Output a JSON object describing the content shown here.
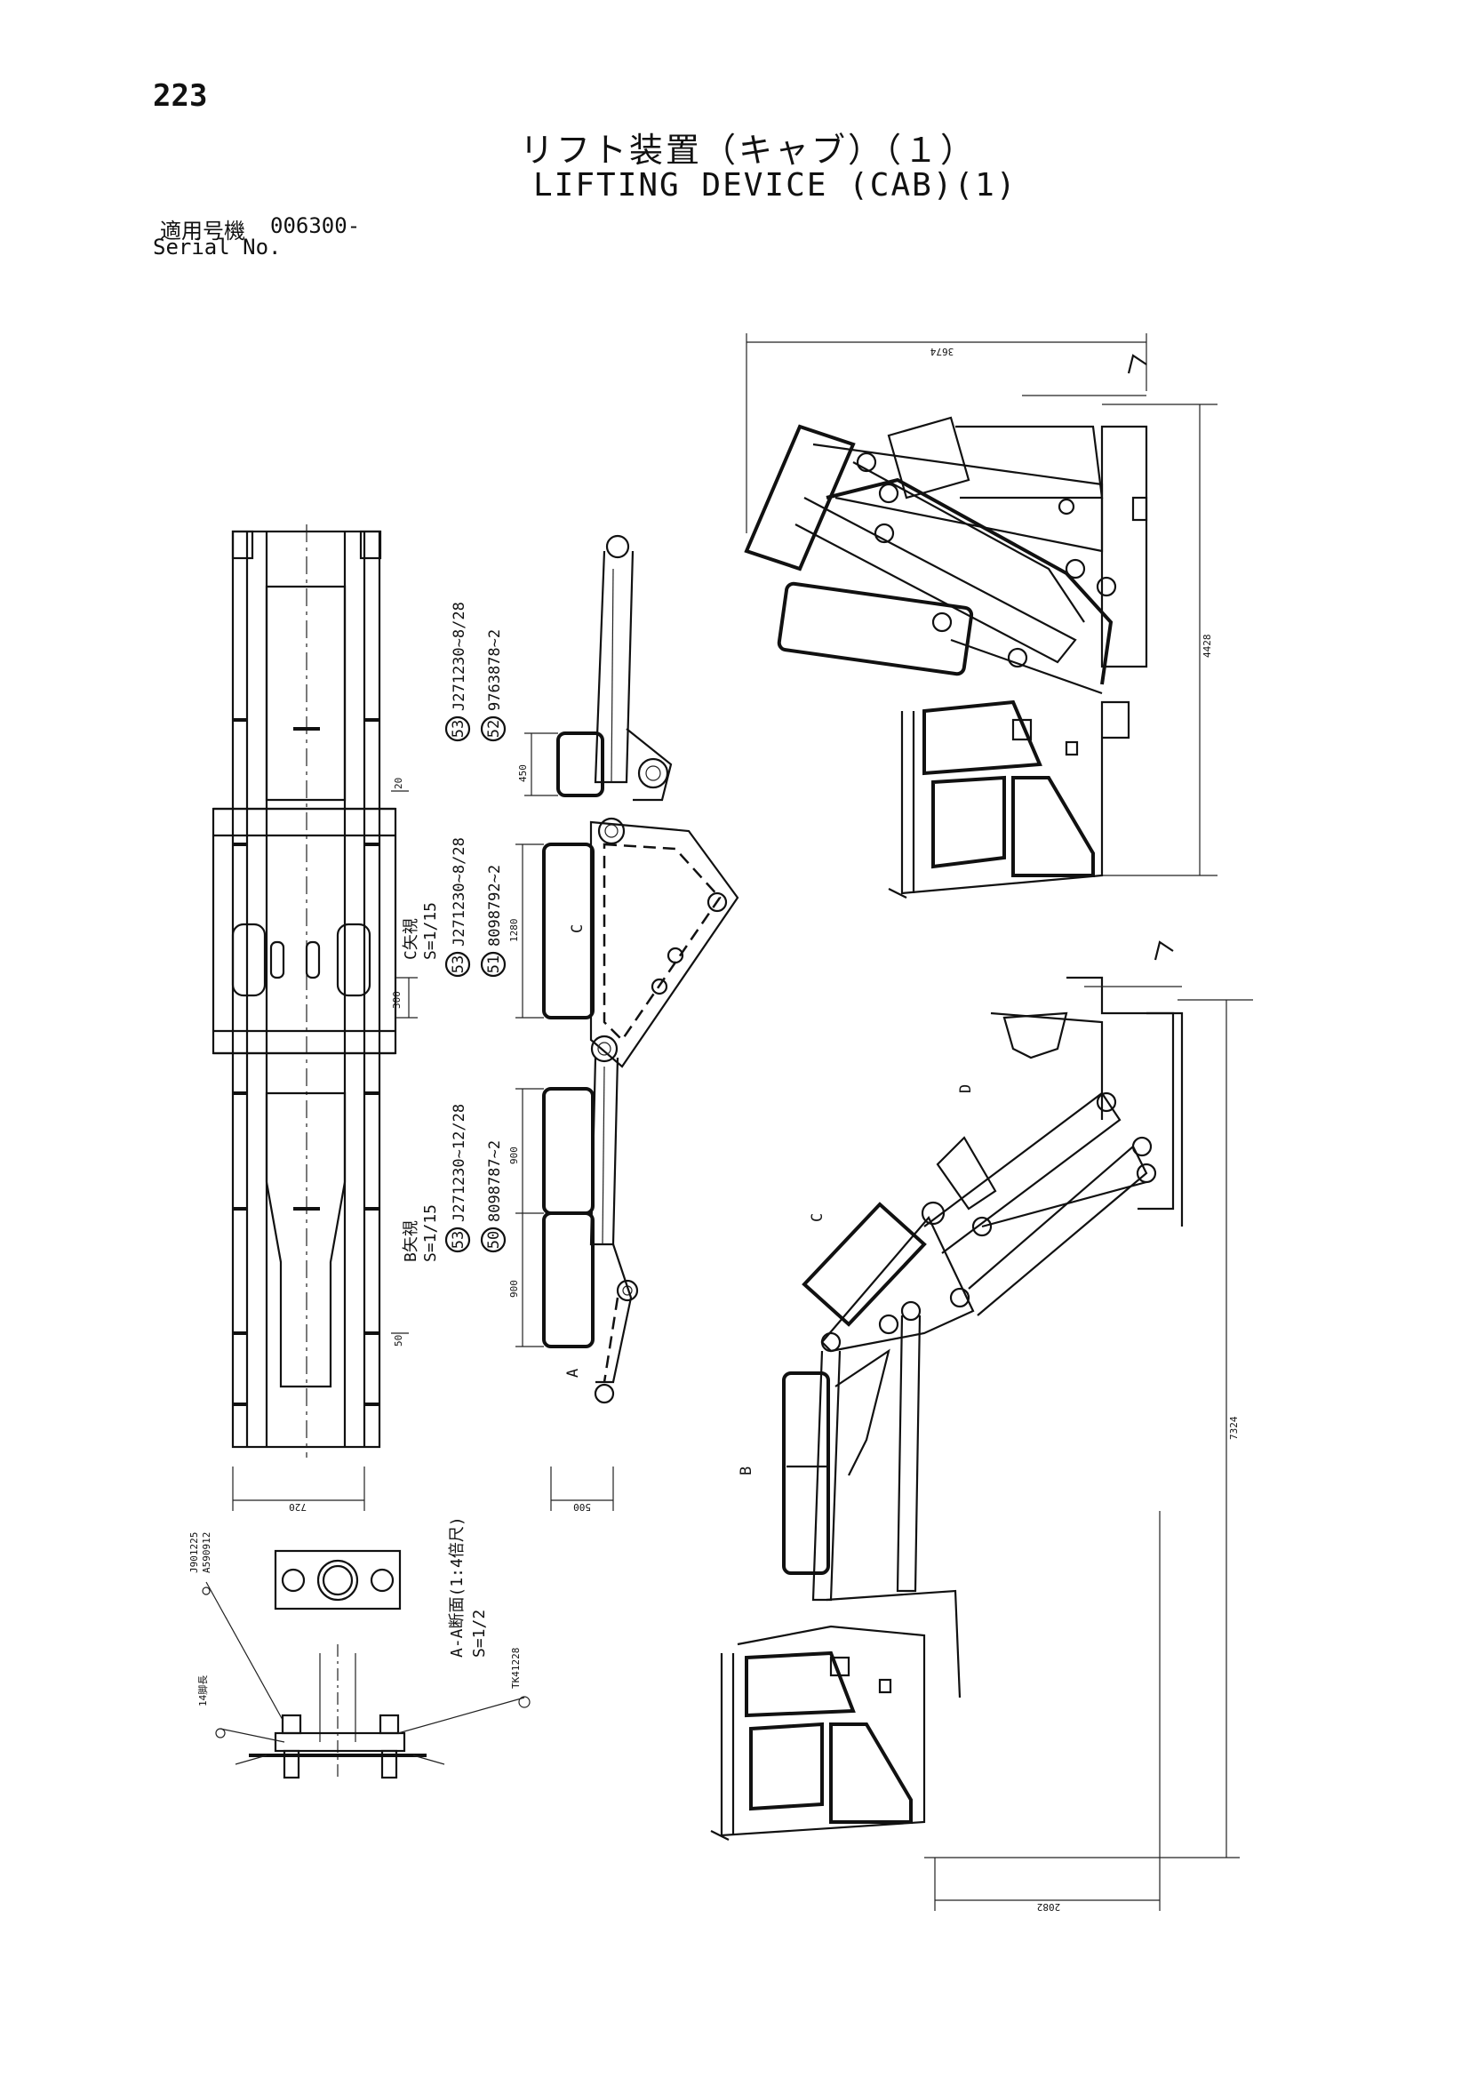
{
  "header": {
    "page_number": "223",
    "title_jp": "リフト装置（キャブ）（１）",
    "title_en": "LIFTING DEVICE (CAB)(1)",
    "serial_label_jp": "適用号機",
    "serial_value": "006300-",
    "serial_label_en": "Serial No."
  },
  "parts": [
    {
      "no": "53",
      "code": "J271230~8/28"
    },
    {
      "no": "52",
      "code": "9763878~2"
    },
    {
      "no": "53",
      "code": "J271230~8/28"
    },
    {
      "no": "51",
      "code": "8098792~2"
    },
    {
      "no": "53",
      "code": "J271230~12/28"
    },
    {
      "no": "50",
      "code": "8098787~2"
    }
  ],
  "views": {
    "c_view": "C矢視",
    "c_scale": "S=1/15",
    "b_view": "B矢視",
    "b_scale": "S=1/15",
    "a_section": "A-A断面(1:4倍尺)",
    "a_scale": "S=1/2",
    "arrow_a": "A",
    "arrow_b": "B",
    "arrow_c": "C",
    "arrow_d": "D"
  },
  "hardware": {
    "bolt": "J901225",
    "washer": "A590912",
    "nut": "TK41228",
    "weld": "14脚長"
  },
  "dimensions": {
    "top_width": "3674",
    "top_height": "4428",
    "bottom_height": "7324",
    "bottom_width": "2082",
    "frame_width": "720",
    "link_width": "500",
    "d450": "450",
    "d1280": "1280",
    "d900a": "900",
    "d900b": "900",
    "d300": "300",
    "d20": "20",
    "d50": "50"
  }
}
